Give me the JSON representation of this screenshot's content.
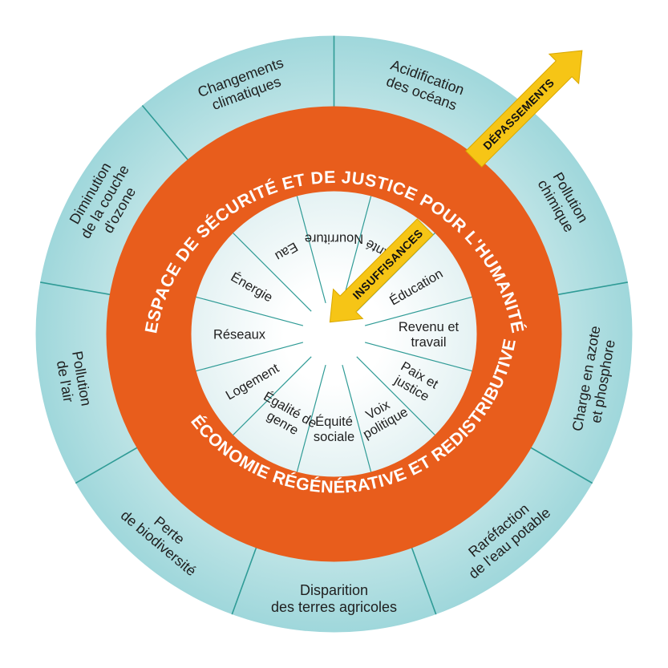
{
  "colors": {
    "outer_ring": "#a9dcdf",
    "outer_ring_edge": "#cfeced",
    "middle_ring": "#e85d1c",
    "inner_disc": "#ffffff",
    "divider": "#2f9b96",
    "arrow": "#f6c516",
    "ring_text": "#ffffff"
  },
  "ring_titles": {
    "top": "ESPACE DE SÉCURITÉ ET DE JUSTICE POUR L'HUMANITÉ",
    "bottom": "ÉCONOMIE RÉGÉNÉRATIVE ET REDISTRIBUTIVE"
  },
  "arrows": {
    "overshoot": "DÉPASSEMENTS",
    "shortfall": "INSUFFISANCES"
  },
  "ecological_ceiling": [
    [
      "Acidification",
      "des océans"
    ],
    [
      "Pollution",
      "chimique"
    ],
    [
      "Charge en azote",
      "et phosphore"
    ],
    [
      "Raréfaction",
      "de l'eau potable"
    ],
    [
      "Disparition",
      "des terres agricoles"
    ],
    [
      "Perte",
      "de biodiversité"
    ],
    [
      "Pollution",
      "de l'air"
    ],
    [
      "Diminution",
      "de la couche",
      "d'ozone"
    ],
    [
      "Changements",
      "climatiques"
    ]
  ],
  "social_foundation": [
    [
      "Nourriture"
    ],
    [
      "Santé"
    ],
    [
      "Éducation"
    ],
    [
      "Revenu et",
      "travail"
    ],
    [
      "Paix et",
      "justice"
    ],
    [
      "Voix",
      "politique"
    ],
    [
      "Équité",
      "sociale"
    ],
    [
      "Égalité de",
      "genre"
    ],
    [
      "Logement"
    ],
    [
      "Réseaux"
    ],
    [
      "Énergie"
    ],
    [
      "Eau"
    ]
  ]
}
